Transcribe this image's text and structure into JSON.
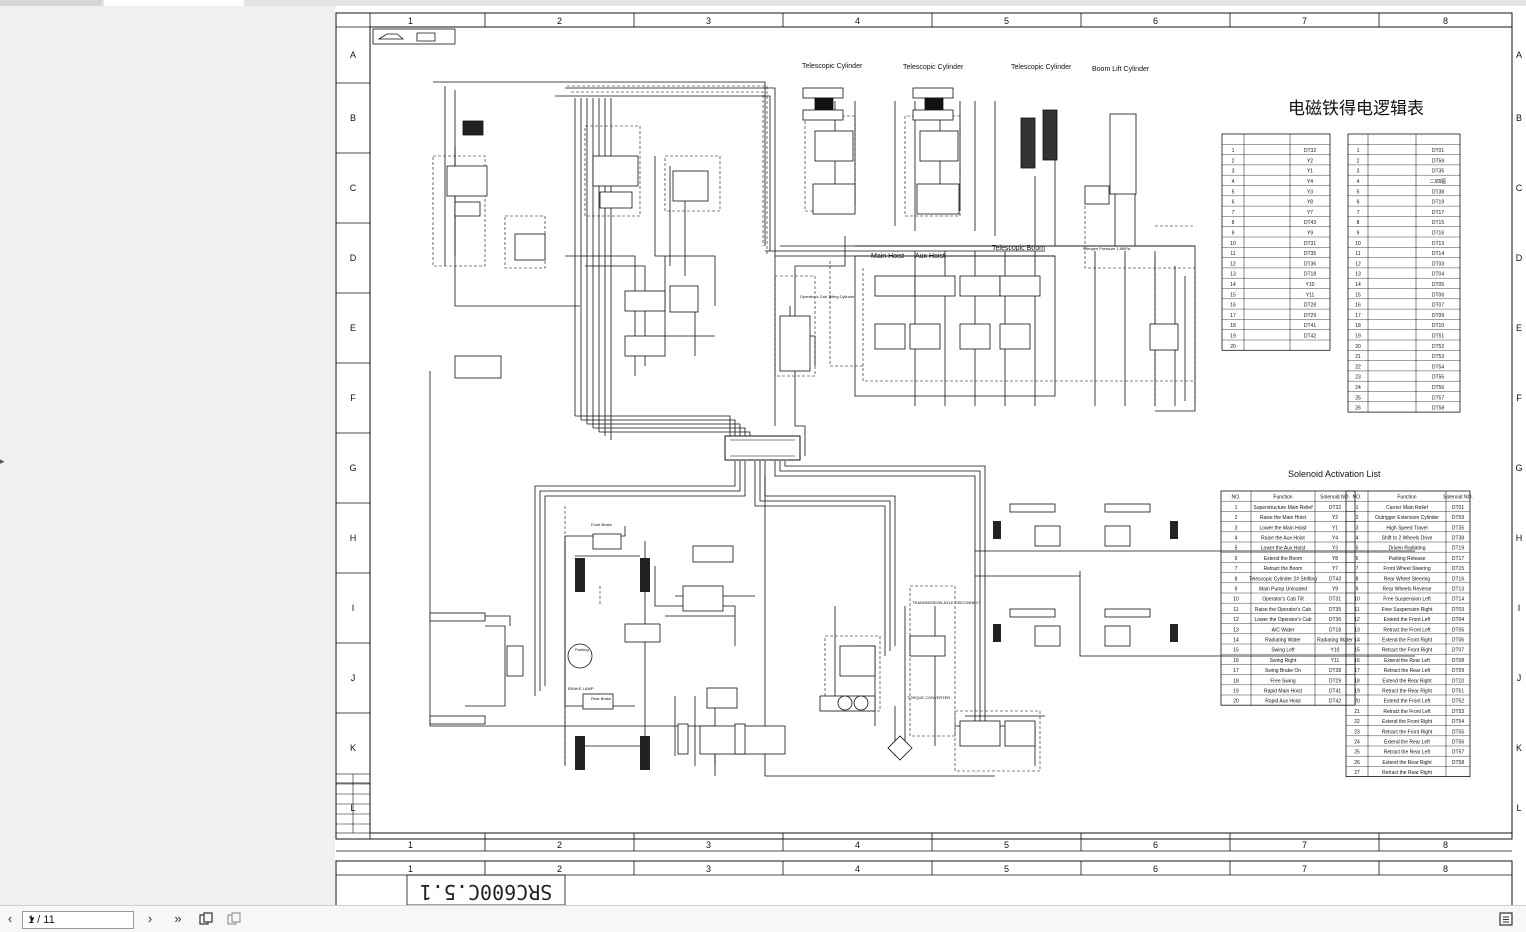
{
  "grid": {
    "columns": [
      "1",
      "2",
      "3",
      "4",
      "5",
      "6",
      "7",
      "8"
    ],
    "rows": [
      "A",
      "B",
      "C",
      "D",
      "E",
      "F",
      "G",
      "H",
      "I",
      "J",
      "K",
      "L"
    ]
  },
  "cylinders": {
    "tele1": "Telescopic Cylinder",
    "tele2": "Telescopic Cylinder",
    "tele3": "Telescopic Cylinder",
    "boom_lift": "Boom Lift Cylinder",
    "main_hoist": "Main Hoist",
    "aux_hoist": "Aux Hoist",
    "tele_boom": "Telescopic Boom"
  },
  "tables": {
    "cn_title": "电磁铁得电逻辑表",
    "en_title": "Solenoid Activation List",
    "cn_left_codes": [
      "DT32",
      "Y2",
      "Y1",
      "Y4",
      "Y3",
      "Y8",
      "Y7",
      "DT43",
      "Y9",
      "DT31",
      "DT35",
      "DT36",
      "DT18",
      "Y10",
      "Y11",
      "DT28",
      "DT29",
      "DT41",
      "DT42"
    ],
    "cn_right_codes": [
      "DT01",
      "DT59",
      "DT35",
      "二/四驱",
      "DT38",
      "DT19",
      "DT17",
      "DT15",
      "DT16",
      "DT13",
      "DT14",
      "DT03",
      "DT04",
      "DT05",
      "DT06",
      "DT07",
      "DT09",
      "DT10",
      "DT51",
      "DT52",
      "DT53",
      "DT54",
      "DT55",
      "DT56",
      "DT57",
      "DT58"
    ],
    "en_left_rows": [
      {
        "f": "Superstructure Main Relief",
        "c": "DT32"
      },
      {
        "f": "Raise the Main Hoist",
        "c": "Y2"
      },
      {
        "f": "Lower the Main Hoist",
        "c": "Y1"
      },
      {
        "f": "Raise the Aux Hoist",
        "c": "Y4"
      },
      {
        "f": "Lower the Aux Hoist",
        "c": "Y3"
      },
      {
        "f": "Extend the Boom",
        "c": "Y8"
      },
      {
        "f": "Retract the Boom",
        "c": "Y7"
      },
      {
        "f": "Telescopic Cylinder 2# Shifting",
        "c": "DT43"
      },
      {
        "f": "Main Pump Unloaded",
        "c": "Y9"
      },
      {
        "f": "Operator's Cab Tilt",
        "c": "DT31"
      },
      {
        "f": "Raise the Operator's Cab",
        "c": "DT35"
      },
      {
        "f": "Lower the Operator's Cab",
        "c": "DT36"
      },
      {
        "f": "A/C Water",
        "c": "DT18"
      },
      {
        "f": "Radiating Water",
        "c": "Radiating Water"
      },
      {
        "f": "Swing Left",
        "c": "Y10"
      },
      {
        "f": "Swing Right",
        "c": "Y11"
      },
      {
        "f": "Swing Brake On",
        "c": "DT28"
      },
      {
        "f": "Free Swing",
        "c": "DT29"
      },
      {
        "f": "Rapid Main Hoist",
        "c": "DT41"
      },
      {
        "f": "Rapid Aux Hoist",
        "c": "DT42"
      }
    ],
    "en_right_codes": [
      "DT01",
      "DT59",
      "DT35",
      "DT38",
      "DT19",
      "DT17",
      "DT15",
      "DT16",
      "DT13",
      "DT14",
      "DT03",
      "DT04",
      "DT05",
      "DT06",
      "DT07",
      "DT08",
      "DT09",
      "DT10",
      "DT51",
      "DT52",
      "DT53",
      "DT54",
      "DT55",
      "DT56",
      "DT57",
      "DT58"
    ],
    "en_right_functions": [
      "Carrier Main Relief",
      "Outrigger Extension Cylinder",
      "High Speed Travel",
      "Shift to 2 Wheels Drive",
      "Driven Radiating",
      "Parking Release",
      "Front Wheel Steering",
      "Rear Wheel Steering",
      "Rear Wheels Reverse",
      "Free Suspension Left",
      "Free Suspension Right",
      "Extend the Front Left",
      "Retract the Front Left",
      "Extend the Front Right",
      "Retract the Front Right",
      "Extend the Rear Left",
      "Retract the Rear Left",
      "Extend the Rear Right",
      "Retract the Rear Right",
      "Extend the Front Left",
      "Retract the Front Left",
      "Extend the Front Right",
      "Retract the Front Right",
      "Extend the Rear Left",
      "Retract the Rear Left",
      "Extend the Rear Right",
      "Retract the Rear Right"
    ],
    "head_no": "NO.",
    "head_function": "Function",
    "head_solenoid": "Solenoid NO."
  },
  "components": {
    "front_brake": "Front Brake",
    "rear_brake": "Rear Brake",
    "brake_lamp": "BRAKE LAMP",
    "parking": "Parking",
    "transmission": "TRANSMISSION AXLE DISCONNECT",
    "torque": "TORQUE CONVERTER",
    "cab_tilt": "Operator's Cab Tilting Cylinder",
    "nitrogen": "Nitrogen Pressure 1.8MPa"
  },
  "title_block": {
    "drawing_no": "SRC600C.5.1"
  },
  "toolbar": {
    "page_indicator": "1 / 11",
    "prev": "‹",
    "next": "›",
    "last": "»"
  }
}
